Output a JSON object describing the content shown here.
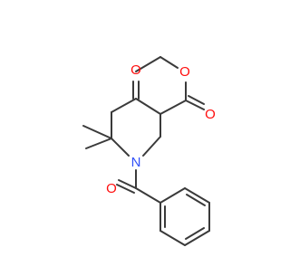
{
  "molecule": {
    "atoms": {
      "ketone_oxygen": "O",
      "ester_carbonyl_oxygen": "O",
      "ester_ether_oxygen": "O",
      "ring_nitrogen": "N",
      "amide_oxygen": "O"
    },
    "colors": {
      "bond": "#3a3a3a",
      "oxygen": "#ff0d0d",
      "nitrogen": "#3050f8",
      "background": "#ffffff"
    }
  }
}
